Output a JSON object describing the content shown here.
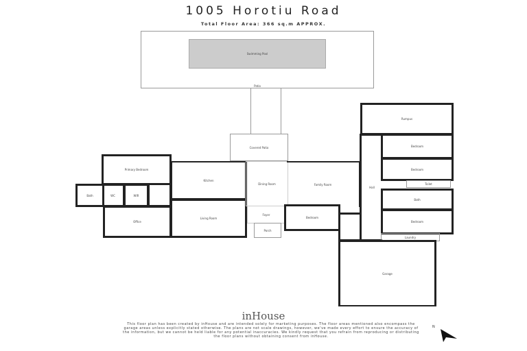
{
  "header": {
    "title": "1005 Horotiu Road",
    "subtitle": "Total Floor Area: 366 sq.m APPROX."
  },
  "rooms": {
    "patio": "Patio",
    "pool": "Swimming Pool",
    "covered_patio": "Covered Patio",
    "primary_bedroom": "Primary Bedroom",
    "bath1": "Bath",
    "wc": "WC",
    "wir": "WIR",
    "office": "Office",
    "kitchen": "Kitchen",
    "living": "Living Room",
    "dining": "Dining Room",
    "family": "Family Room",
    "foyer": "Foyer",
    "porch": "Porch",
    "bedroom1": "Bedroom",
    "rumpus": "Rumpus",
    "bedroom2": "Bedroom",
    "bedroom3": "Bedroom",
    "toilet": "Toilet",
    "bath2": "Bath",
    "bedroom4": "Bedroom",
    "hall": "Hall",
    "laundry": "Laundry",
    "garage": "Garage"
  },
  "footer": {
    "logo": "inHouse",
    "disclaimer": "This floor plan has been created by inHouse and are intended solely for marketing purposes. The floor areas mentioned also encompass the garage areas unless explicitly stated otherwise. The plans are not scale drawings, however, we've made every effort to ensure the accuracy of the information, but we cannot be held liable for any potential inaccuracies. We kindly request that you refrain from reproducing or distributing the floor plans without obtaining consent from inHouse.",
    "north_label": "N",
    "north_icon": "north-arrow-icon"
  }
}
